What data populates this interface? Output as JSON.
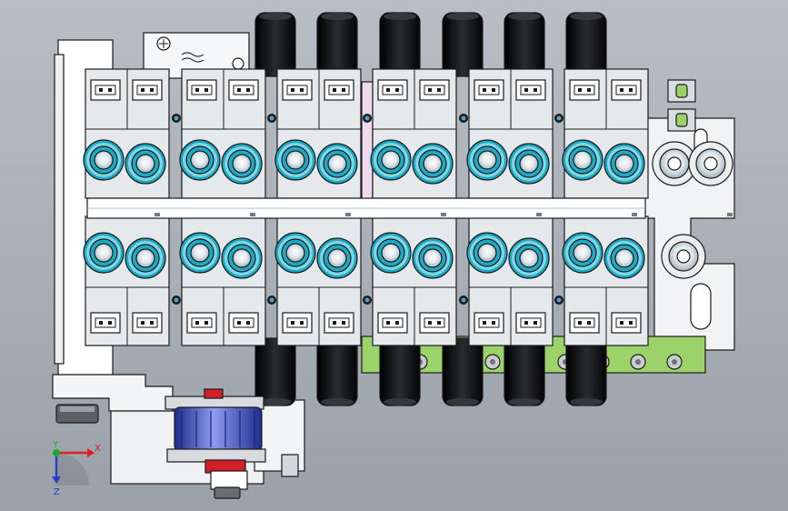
{
  "viewport": {
    "background_top": "#b9bec4",
    "background_bottom": "#9aa1a9"
  },
  "colors": {
    "valve_body": "#e6e9ec",
    "outline": "#1b1b1b",
    "fitting_blue": "#1ea9c4",
    "fitting_light": "#7fd6e6",
    "coil_black": "#0f1012",
    "base_green": "#9bd36a",
    "motor_blue": "#2c3fb0",
    "accent_red": "#d2202a"
  },
  "triad": {
    "x_label": "X",
    "y_label": "Y",
    "z_label": "Z",
    "x_color": "#e02020",
    "y_color": "#1faa2b",
    "z_color": "#2840c8"
  },
  "assembly": {
    "valve_count": 12,
    "coil_count": 6
  }
}
